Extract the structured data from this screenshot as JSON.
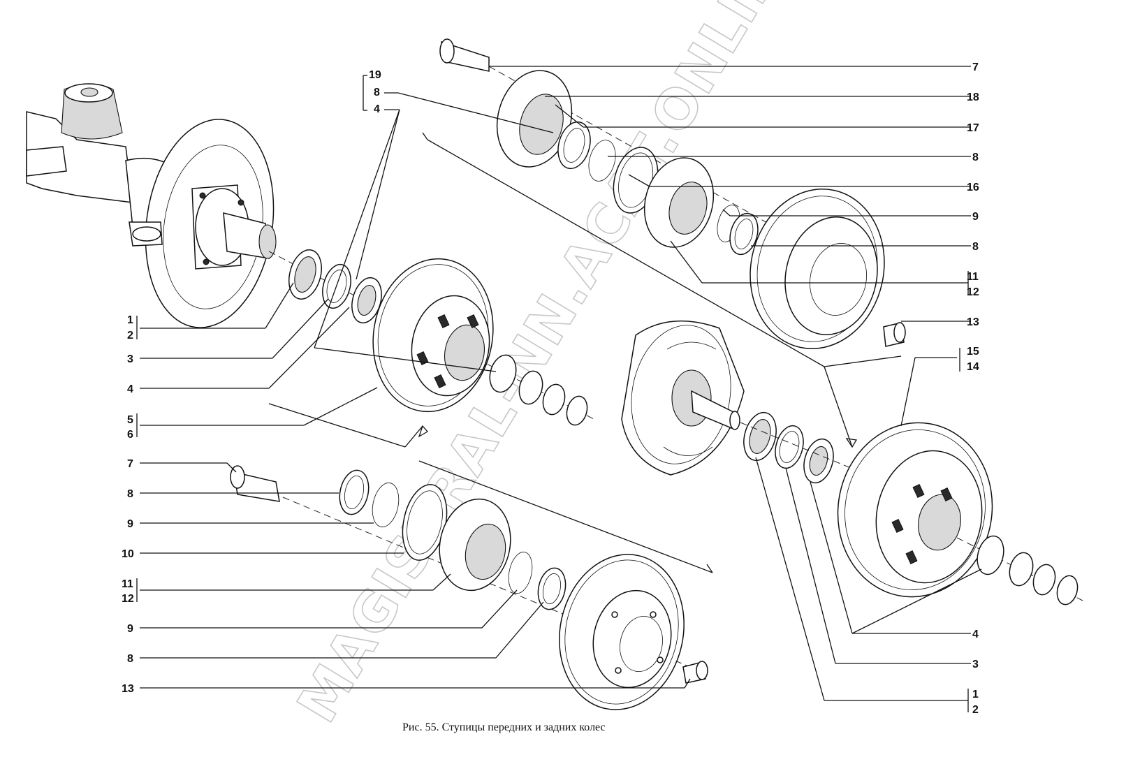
{
  "caption": "Рис. 55. Ступицы передних и задних колес",
  "watermark": "MAGISTRAL-NN.ACAT.ONLINE",
  "callouts": {
    "left": [
      {
        "id": "l-1-2",
        "labels": [
          "1",
          "2"
        ]
      },
      {
        "id": "l-3",
        "labels": [
          "3"
        ]
      },
      {
        "id": "l-4",
        "labels": [
          "4"
        ]
      },
      {
        "id": "l-5-6",
        "labels": [
          "5",
          "6"
        ]
      },
      {
        "id": "l-7",
        "labels": [
          "7"
        ]
      },
      {
        "id": "l-8a",
        "labels": [
          "8"
        ]
      },
      {
        "id": "l-9a",
        "labels": [
          "9"
        ]
      },
      {
        "id": "l-10",
        "labels": [
          "10"
        ]
      },
      {
        "id": "l-11-12",
        "labels": [
          "11",
          "12"
        ]
      },
      {
        "id": "l-9b",
        "labels": [
          "9"
        ]
      },
      {
        "id": "l-8b",
        "labels": [
          "8"
        ]
      },
      {
        "id": "l-13",
        "labels": [
          "13"
        ]
      }
    ],
    "top_group": [
      {
        "id": "t-19",
        "labels": [
          "19"
        ]
      },
      {
        "id": "t-8",
        "labels": [
          "8"
        ]
      },
      {
        "id": "t-4",
        "labels": [
          "4"
        ]
      }
    ],
    "right": [
      {
        "id": "r-7",
        "labels": [
          "7"
        ]
      },
      {
        "id": "r-18",
        "labels": [
          "18"
        ]
      },
      {
        "id": "r-17",
        "labels": [
          "17"
        ]
      },
      {
        "id": "r-8a",
        "labels": [
          "8"
        ]
      },
      {
        "id": "r-16",
        "labels": [
          "16"
        ]
      },
      {
        "id": "r-9",
        "labels": [
          "9"
        ]
      },
      {
        "id": "r-8b",
        "labels": [
          "8"
        ]
      },
      {
        "id": "r-11-12",
        "labels": [
          "11",
          "12"
        ]
      },
      {
        "id": "r-13",
        "labels": [
          "13"
        ]
      },
      {
        "id": "r-15-14",
        "labels": [
          "15",
          "14"
        ]
      },
      {
        "id": "r-4",
        "labels": [
          "4"
        ]
      },
      {
        "id": "r-3",
        "labels": [
          "3"
        ]
      },
      {
        "id": "r-1-2",
        "labels": [
          "1",
          "2"
        ]
      }
    ]
  },
  "parts": [
    {
      "id": "front-axle-steering-knuckle"
    },
    {
      "id": "front-brake-disc-hub"
    },
    {
      "id": "front-hub-exploded"
    },
    {
      "id": "front-brake-disc-lower"
    },
    {
      "id": "rear-hub-exploded"
    },
    {
      "id": "rear-brake-drum-top"
    },
    {
      "id": "rear-brake-backing-plate"
    },
    {
      "id": "rear-brake-drum"
    }
  ]
}
